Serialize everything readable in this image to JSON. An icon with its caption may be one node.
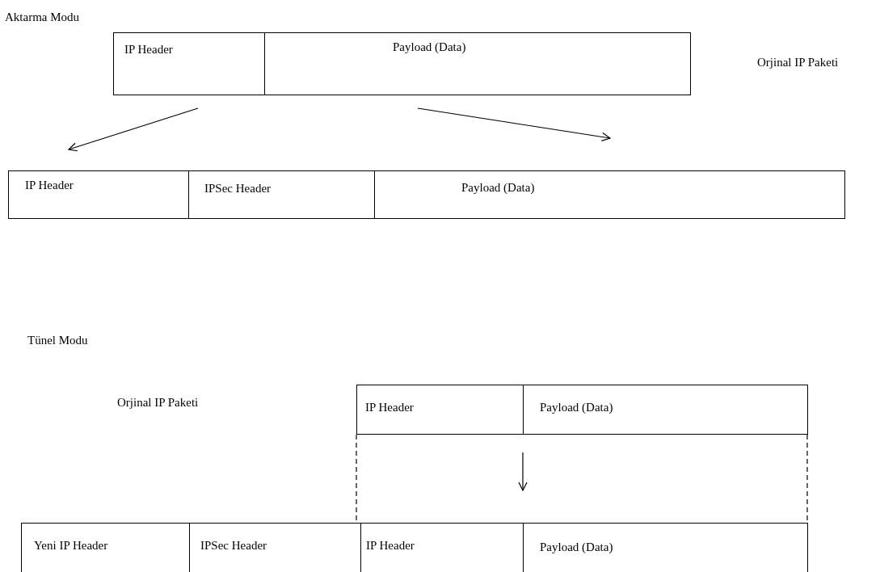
{
  "diagram": {
    "nodes": [
      {
        "text": [
          "IP Header"
        ]
      },
      {
        "text": [
          "Payload (Data)"
        ]
      },
      {
        "text": [
          "IP Header"
        ]
      },
      {
        "text": [
          "IPSec Header"
        ]
      },
      {
        "text": [
          "Payload (Data)"
        ]
      },
      {
        "text": [
          "IP Header"
        ]
      },
      {
        "text": [
          "Payload (Data)"
        ]
      },
      {
        "text": [
          "Yeni IP Header"
        ]
      },
      {
        "text": [
          "IPSec Header"
        ]
      },
      {
        "text": [
          "IP Header"
        ]
      },
      {
        "text": [
          "Payload (Data)"
        ]
      }
    ],
    "edges": [
      {
        "from": 0,
        "to": 2,
        "arrow": "to"
      },
      {
        "from": 1,
        "to": 4,
        "arrow": "to"
      },
      {
        "from": 5,
        "to": 9,
        "arrow": "to"
      },
      {
        "from": 5,
        "to": 9,
        "arrow": "none",
        "style": "dashed"
      },
      {
        "from": 6,
        "to": 10,
        "arrow": "none",
        "style": "dashed"
      }
    ],
    "labels": [
      "Aktarma Modu",
      "Orjinal IP Paketi",
      "Tünel Modu",
      "Orjinal IP Paketi"
    ]
  }
}
